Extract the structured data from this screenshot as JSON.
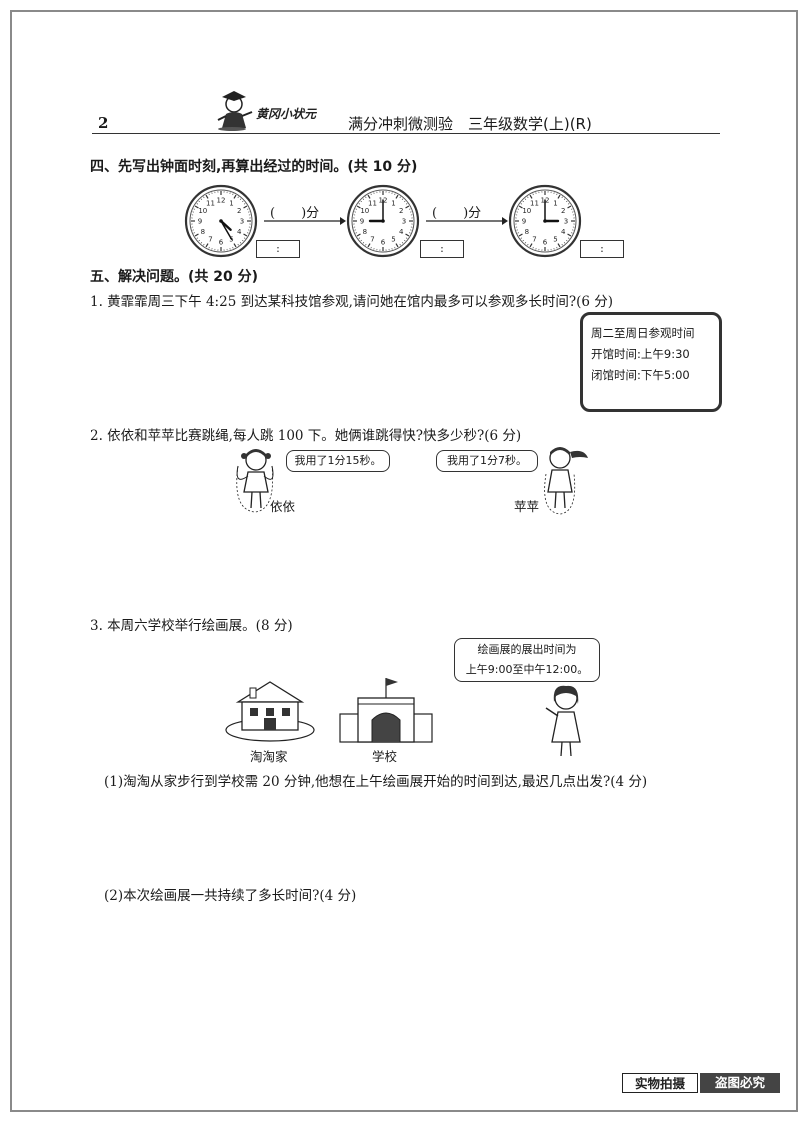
{
  "header": {
    "page_number": "2",
    "logo_text": "黄冈小状元",
    "title": "满分冲刺微测验　三年级数学(上)(R)"
  },
  "section4": {
    "heading": "四、先写出钟面时刻,再算出经过的时间。(共 10 分)",
    "arrow1_label": "(　　)分",
    "arrow2_label": "(　　)分",
    "time_box_text": ":",
    "clocks": [
      {
        "hour": 4,
        "minute": 25
      },
      {
        "hour": 9,
        "minute": 0
      },
      {
        "hour": 3,
        "minute": 0
      }
    ]
  },
  "section5": {
    "heading": "五、解决问题。(共 20 分)",
    "q1": {
      "text": "1. 黄霏霏周三下午 4:25 到达某科技馆参观,请问她在馆内最多可以参观多长时间?(6 分)",
      "info_title": "周二至周日参观时间",
      "info_open": "开馆时间:上午9:30",
      "info_close": "闭馆时间:下午5:00"
    },
    "q2": {
      "text": "2. 依依和苹苹比赛跳绳,每人跳 100 下。她俩谁跳得快?快多少秒?(6 分)",
      "bubble_left": "我用了1分15秒。",
      "bubble_right": "我用了1分7秒。",
      "name_left": "依依",
      "name_right": "苹苹"
    },
    "q3": {
      "text": "3. 本周六学校举行绘画展。(8 分)",
      "bubble_line1": "绘画展的展出时间为",
      "bubble_line2": "上午9:00至中午12:00。",
      "house_label": "淘淘家",
      "school_label": "学校",
      "sub1": "(1)淘淘从家步行到学校需 20 分钟,他想在上午绘画展开始的时间到达,最迟几点出发?(4 分)",
      "sub2": "(2)本次绘画展一共持续了多长时间?(4 分)"
    }
  },
  "footer": {
    "left": "实物拍摄",
    "right": "盗图必究"
  }
}
